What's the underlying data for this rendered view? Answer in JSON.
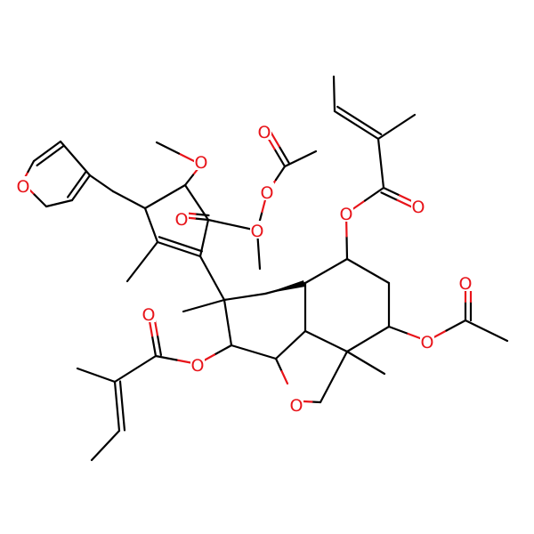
{
  "molecule": {
    "atom_labels": {
      "furan_o": "O",
      "methoxy_o": "O",
      "ester_carbonyl_o": "O",
      "ester_link_o": "O",
      "acetyl1_carbonyl_o": "O",
      "acetyl1_link_o": "O",
      "tiglate1_carbonyl_o": "O",
      "tiglate1_link_o": "O",
      "acetyl2_carbonyl_o": "O",
      "acetyl2_link_o": "O",
      "tiglate2_carbonyl_o": "O",
      "tiglate2_link_o": "O",
      "ring_ether_o": "O"
    },
    "colors": {
      "bond": "#000000",
      "oxygen": "#e8141a"
    }
  }
}
